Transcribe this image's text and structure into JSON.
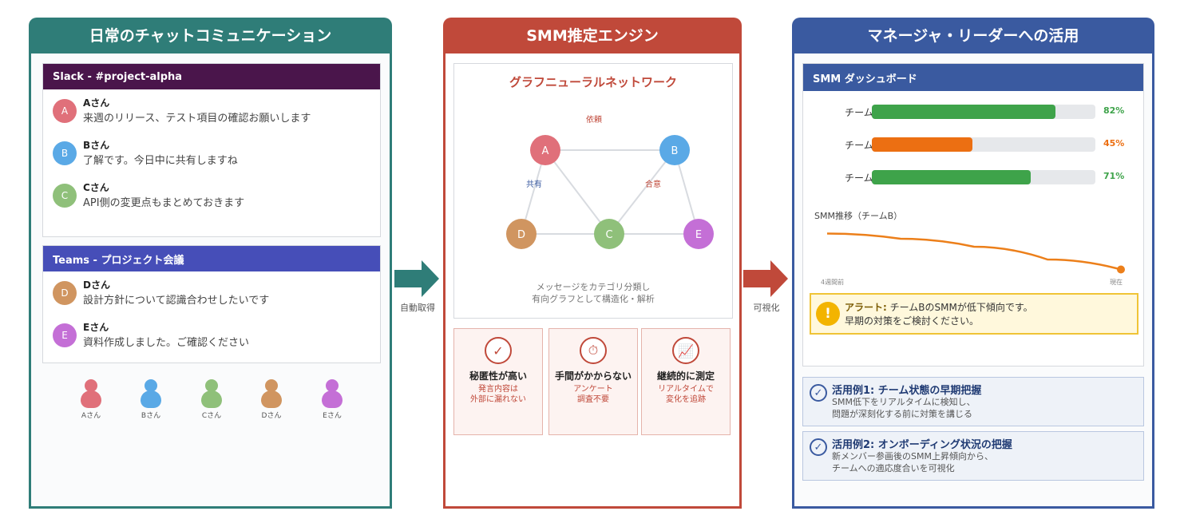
{
  "panel1": {
    "title": "日常のチャットコミュニケーション",
    "slack": {
      "title": "Slack - #project-alpha",
      "messages": [
        {
          "initial": "A",
          "name": "Aさん",
          "text": "来週のリリース、テスト項目の確認お願いします",
          "color": "#e0707a"
        },
        {
          "initial": "B",
          "name": "Bさん",
          "text": "了解です。今日中に共有しますね",
          "color": "#5aa9e6"
        },
        {
          "initial": "C",
          "name": "Cさん",
          "text": "API側の変更点もまとめておきます",
          "color": "#8fc07a"
        }
      ]
    },
    "teams": {
      "title": "Teams - プロジェクト会議",
      "messages": [
        {
          "initial": "D",
          "name": "Dさん",
          "text": "設計方針について認識合わせしたいです",
          "color": "#d09560"
        },
        {
          "initial": "E",
          "name": "Eさん",
          "text": "資料作成しました。ご確認ください",
          "color": "#c46fd6"
        }
      ]
    },
    "people": [
      {
        "name": "Aさん",
        "color": "#e0707a"
      },
      {
        "name": "Bさん",
        "color": "#5aa9e6"
      },
      {
        "name": "Cさん",
        "color": "#8fc07a"
      },
      {
        "name": "Dさん",
        "color": "#d09560"
      },
      {
        "name": "Eさん",
        "color": "#c46fd6"
      }
    ]
  },
  "arrow1": {
    "label": "自動取得",
    "color": "#2f7d78"
  },
  "arrow2": {
    "label": "可視化",
    "color": "#c0493a"
  },
  "panel2": {
    "title": "SMM推定エンジン",
    "gnn": {
      "title": "グラフニューラルネットワーク",
      "nodes": [
        {
          "id": "A",
          "color": "#e0707a"
        },
        {
          "id": "B",
          "color": "#5aa9e6"
        },
        {
          "id": "C",
          "color": "#8fc07a"
        },
        {
          "id": "D",
          "color": "#d09560"
        },
        {
          "id": "E",
          "color": "#c46fd6"
        }
      ],
      "edges": [
        [
          "A",
          "B"
        ],
        [
          "A",
          "C"
        ],
        [
          "A",
          "D"
        ],
        [
          "B",
          "C"
        ],
        [
          "B",
          "E"
        ],
        [
          "C",
          "D"
        ],
        [
          "C",
          "E"
        ]
      ],
      "edge_labels": [
        {
          "text": "依頼",
          "color": "#c0493a"
        },
        {
          "text": "共有",
          "color": "#3a5aa0"
        },
        {
          "text": "合意",
          "color": "#c0493a"
        }
      ],
      "caption_line1": "メッセージをカテゴリ分類し",
      "caption_line2": "有向グラフとして構造化・解析"
    },
    "features": [
      {
        "icon": "✓",
        "icon_name": "check-icon",
        "title": "秘匿性が高い",
        "desc1": "発言内容は",
        "desc2": "外部に漏れない"
      },
      {
        "icon": "⏱",
        "icon_name": "stopwatch-icon",
        "title": "手間がかからない",
        "desc1": "アンケート",
        "desc2": "調査不要"
      },
      {
        "icon": "📈",
        "icon_name": "chart-up-icon",
        "title": "継続的に測定",
        "desc1": "リアルタイムで",
        "desc2": "変化を追跡"
      }
    ]
  },
  "panel3": {
    "title": "マネージャ・リーダーへの活用",
    "dashboard": {
      "title": "SMM ダッシュボード",
      "teams": [
        {
          "name": "チームA",
          "value": 82,
          "label": "82%",
          "color": "#3ea34a"
        },
        {
          "name": "チームB",
          "value": 45,
          "label": "45%",
          "color": "#ec6f12"
        },
        {
          "name": "チームC",
          "value": 71,
          "label": "71%",
          "color": "#3ea34a"
        }
      ],
      "trend": {
        "label": "SMM推移（チームB）",
        "start_label": "4週間前",
        "end_label": "現在",
        "color": "#ec7f1a",
        "values": [
          0.95,
          0.82,
          0.62,
          0.3,
          0.05
        ]
      },
      "alert": {
        "icon": "!",
        "title": "アラート:",
        "line1": " チームBのSMMが低下傾向です。",
        "line2": "早期の対策をご検討ください。"
      }
    },
    "cases": [
      {
        "title": "活用例1: チーム状態の早期把握",
        "line1": "SMM低下をリアルタイムに検知し、",
        "line2": "問題が深刻化する前に対策を講じる"
      },
      {
        "title": "活用例2: オンボーディング状況の把握",
        "line1": "新メンバー参画後のSMM上昇傾向から、",
        "line2": "チームへの適応度合いを可視化"
      }
    ]
  }
}
